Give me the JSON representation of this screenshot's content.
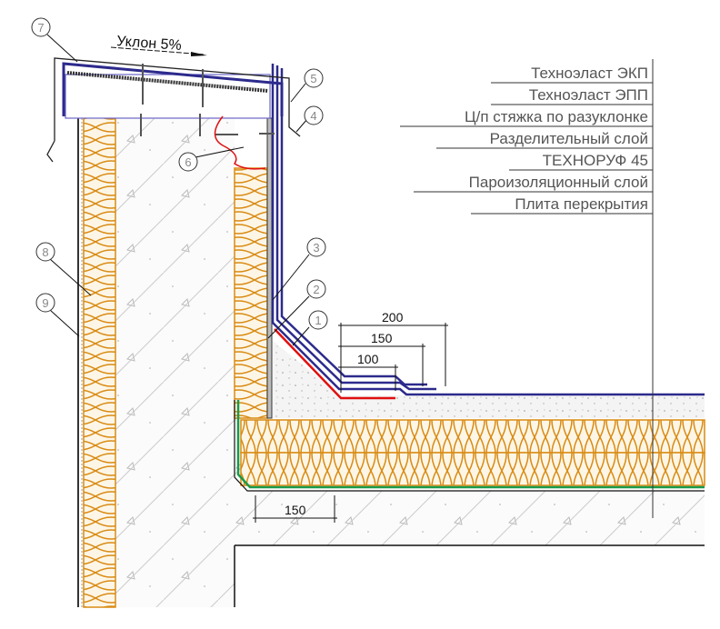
{
  "slope_label": "Уклон 5%",
  "layers": [
    "Техноэласт ЭКП",
    "Техноэласт ЭПП",
    "Ц/п стяжка по разуклонке",
    "Разделительный слой",
    "ТЕХНОРУФ 45",
    "Пароизоляционный слой",
    "Плита перекрытия"
  ],
  "callouts": [
    "1",
    "2",
    "3",
    "4",
    "5",
    "6",
    "7",
    "8",
    "9"
  ],
  "dimensions": {
    "overlap_200": "200",
    "overlap_150": "150",
    "overlap_100": "100",
    "vapor_150": "150"
  },
  "colors": {
    "membrane": "#2c2a8c",
    "insulation": "#d98b14",
    "insulation_fill": "#fdf3dc",
    "vapor": "#1a9a4a",
    "red_layer": "#e01010"
  }
}
